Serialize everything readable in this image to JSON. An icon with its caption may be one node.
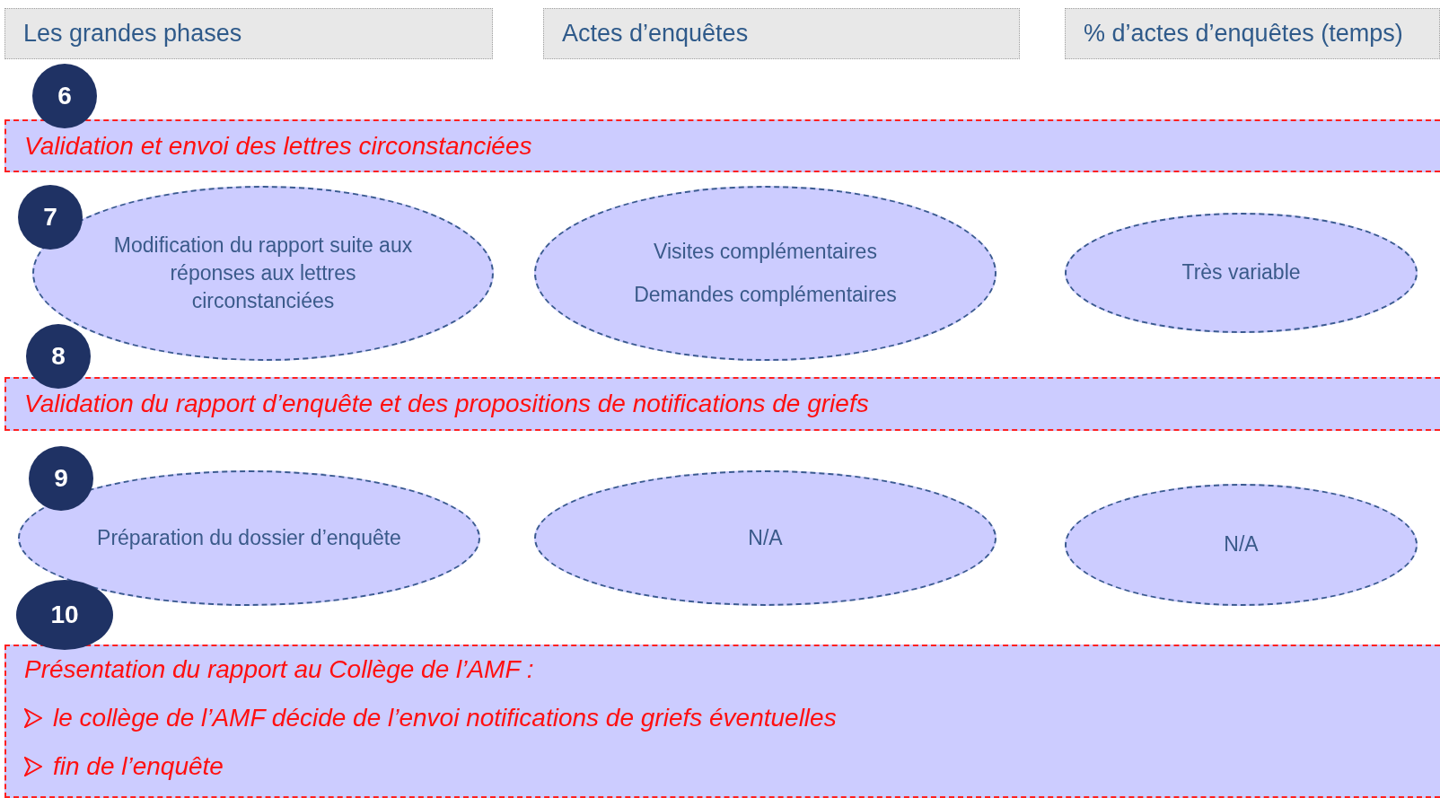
{
  "diagram": {
    "nodes": [
      {
        "text": [
          "Les grandes phases"
        ]
      },
      {
        "text": [
          "Actes d’enquêtes"
        ]
      },
      {
        "text": [
          "% d’actes d’enquêtes (temps)"
        ]
      },
      {
        "text": [
          "6"
        ]
      },
      {
        "text": [
          "Validation et envoi des lettres circonstanciées"
        ]
      },
      {
        "text": [
          "7"
        ]
      },
      {
        "text": [
          "Modification du rapport suite aux réponses aux lettres circonstanciées"
        ]
      },
      {
        "text": [
          "Visites complémentaires",
          "Demandes complémentaires"
        ]
      },
      {
        "text": [
          "Très variable"
        ]
      },
      {
        "text": [
          "8"
        ]
      },
      {
        "text": [
          "Validation du rapport d’enquête et des propositions de notifications de griefs"
        ]
      },
      {
        "text": [
          "9"
        ]
      },
      {
        "text": [
          "Préparation du dossier d’enquête"
        ]
      },
      {
        "text": [
          "N/A"
        ]
      },
      {
        "text": [
          "N/A"
        ]
      },
      {
        "text": [
          "10"
        ]
      },
      {
        "text": [
          "Présentation du rapport au Collège de l’AMF :",
          "le collège de l’AMF décide de l’envoi notifications de griefs éventuelles",
          "fin de l’enquête"
        ]
      }
    ]
  }
}
